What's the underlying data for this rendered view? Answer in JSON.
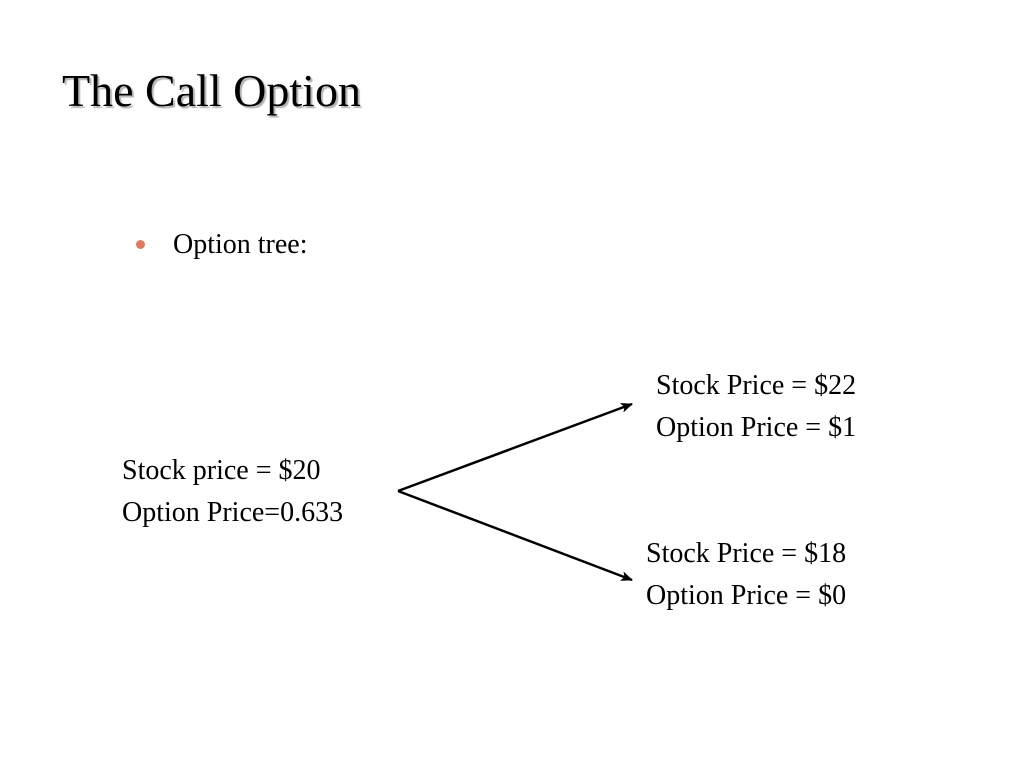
{
  "slide": {
    "title": "The Call Option",
    "bullets": [
      {
        "text": "Option tree:"
      }
    ]
  },
  "tree": {
    "root": {
      "line1": "Stock price = $20",
      "line2": "Option Price=0.633"
    },
    "up": {
      "line1": "Stock Price = $22",
      "line2": "Option Price = $1"
    },
    "down": {
      "line1": "Stock Price = $18",
      "line2": "Option Price = $0"
    }
  },
  "colors": {
    "bullet": "#e07a5f",
    "text": "#000000",
    "arrow": "#000000"
  }
}
